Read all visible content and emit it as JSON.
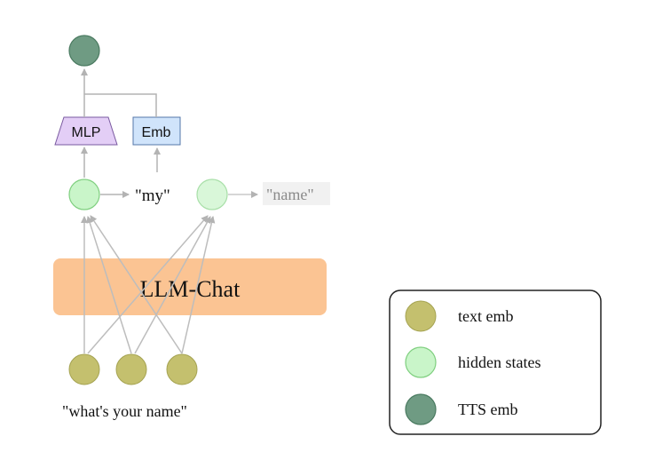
{
  "llm": {
    "label": "LLM-Chat"
  },
  "blocks": {
    "mlp": "MLP",
    "emb": "Emb"
  },
  "tokens": {
    "out1": "\"my\"",
    "out2": "\"name\""
  },
  "input_text": "\"what's your name\"",
  "legend": [
    {
      "label": "text emb",
      "color": "#c4c06e"
    },
    {
      "label": "hidden states",
      "color": "#c9f5c9"
    },
    {
      "label": "TTS emb",
      "color": "#6f9b83"
    }
  ],
  "colors": {
    "text_emb": "#c4c06e",
    "hidden_state": "#c9f5c9",
    "tts_emb": "#6f9b83",
    "llm_box": "#fbc493",
    "mlp_box": "#e3cef6",
    "emb_box": "#d0e4fb",
    "arrow": "#b3b3b3"
  }
}
